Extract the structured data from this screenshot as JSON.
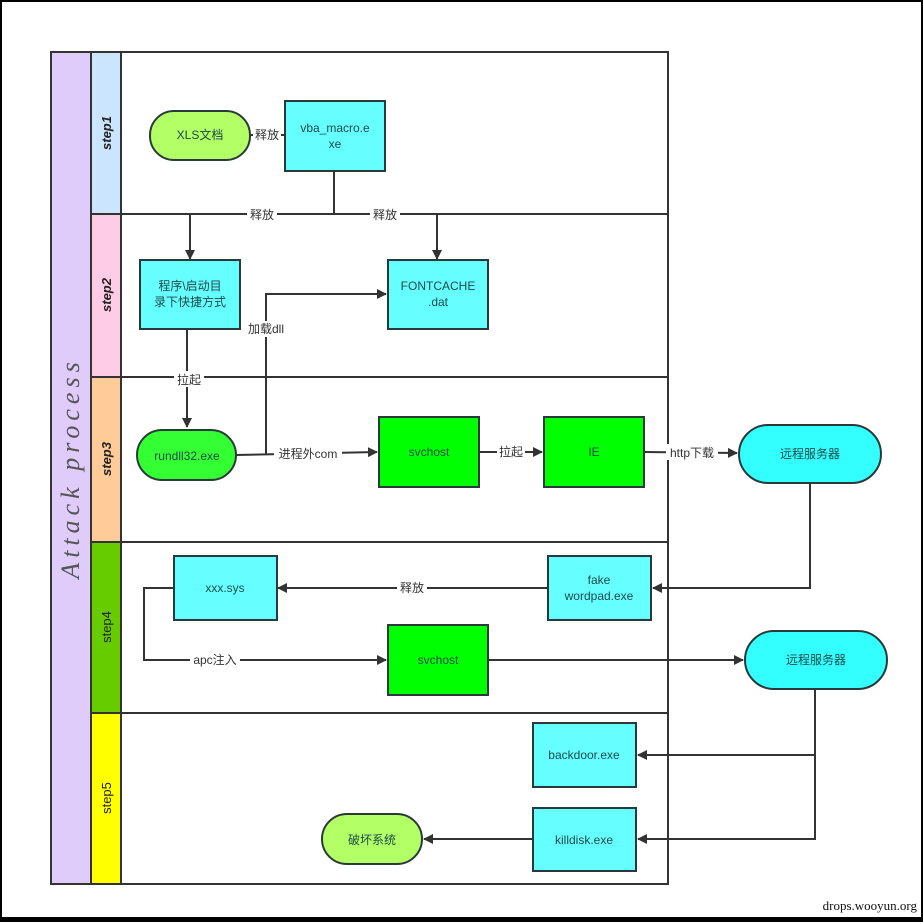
{
  "title": "Attack process",
  "watermark": "drops.wooyun.org",
  "colors": {
    "title_lane": "#e0ccfa",
    "step1": "#cce5ff",
    "step2": "#ffcce5",
    "step3": "#ffcc99",
    "step4": "#66cc00",
    "step5": "#ffff00",
    "cyan_node": "#66ffff",
    "cyan_terminal": "#33ffff",
    "green_node": "#00ff00",
    "lime_terminal": "#b3ff66",
    "bright_green_terminal": "#33ff33",
    "line": "#333333"
  },
  "steps": [
    {
      "label": "step1",
      "style": "bold-italic"
    },
    {
      "label": "step2",
      "style": "bold-italic"
    },
    {
      "label": "step3",
      "style": "bold-italic"
    },
    {
      "label": "step4",
      "style": "normal"
    },
    {
      "label": "step5",
      "style": "normal"
    }
  ],
  "nodes": {
    "xls": {
      "lines": [
        "XLS文档"
      ],
      "shape": "terminal"
    },
    "vba": {
      "lines": [
        "vba_macro.e",
        "xe"
      ],
      "shape": "process"
    },
    "shortcut": {
      "lines": [
        "程序\\启动目",
        "录下快捷方式"
      ],
      "shape": "process"
    },
    "fontcache": {
      "lines": [
        "FONTCACHE",
        ".dat"
      ],
      "shape": "process"
    },
    "rundll32": {
      "lines": [
        "rundll32.exe"
      ],
      "shape": "terminal"
    },
    "svchost1": {
      "lines": [
        "svchost"
      ],
      "shape": "process"
    },
    "ie": {
      "lines": [
        "IE"
      ],
      "shape": "process"
    },
    "remote1": {
      "lines": [
        "远程服务器"
      ],
      "shape": "terminal"
    },
    "xxxsys": {
      "lines": [
        "xxx.sys"
      ],
      "shape": "process"
    },
    "wordpad": {
      "lines": [
        "fake",
        "wordpad.exe"
      ],
      "shape": "process"
    },
    "svchost2": {
      "lines": [
        "svchost"
      ],
      "shape": "process"
    },
    "remote2": {
      "lines": [
        "远程服务器"
      ],
      "shape": "terminal"
    },
    "backdoor": {
      "lines": [
        "backdoor.exe"
      ],
      "shape": "process"
    },
    "killdisk": {
      "lines": [
        "killdisk.exe"
      ],
      "shape": "process"
    },
    "destroy": {
      "lines": [
        "破坏系统"
      ],
      "shape": "terminal"
    }
  },
  "edge_labels": {
    "xls_vba": "释放",
    "vba_shortcut": "释放",
    "vba_fontcache": "释放",
    "shortcut_rundll": "拉起",
    "rundll_fontcache": "加载dll",
    "rundll_svchost": "进程外com",
    "svchost_ie": "拉起",
    "ie_remote": "http下载",
    "wordpad_xxxsys": "释放",
    "xxxsys_svchost": "apc注入"
  }
}
